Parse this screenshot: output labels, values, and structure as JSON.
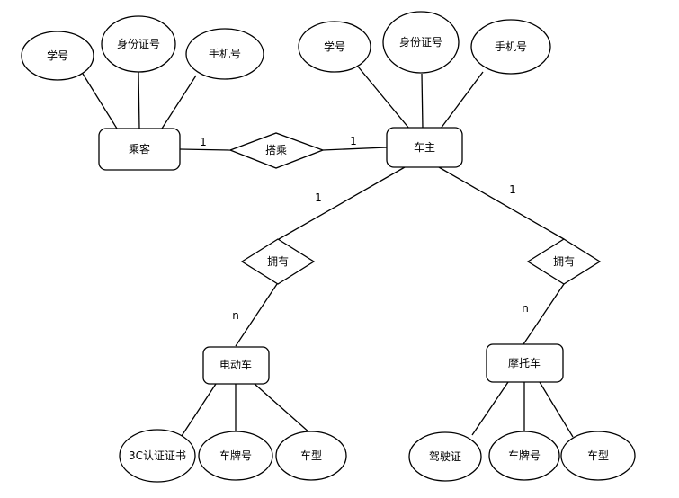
{
  "entities": {
    "passenger": "乘客",
    "owner": "车主",
    "ebike": "电动车",
    "motorcycle": "摩托车"
  },
  "relationships": {
    "ride": "搭乘",
    "own_ebike": "拥有",
    "own_motorcycle": "拥有"
  },
  "attributes": {
    "passenger": [
      "学号",
      "身份证号",
      "手机号"
    ],
    "owner": [
      "学号",
      "身份证号",
      "手机号"
    ],
    "ebike": [
      "3C认证证书",
      "车牌号",
      "车型"
    ],
    "motorcycle": [
      "驾驶证",
      "车牌号",
      "车型"
    ]
  },
  "cardinalities": {
    "passenger_ride": "1",
    "owner_ride": "1",
    "owner_own_ebike": "1",
    "owner_own_motorcycle": "1",
    "ebike_own": "n",
    "motorcycle_own": "n"
  }
}
